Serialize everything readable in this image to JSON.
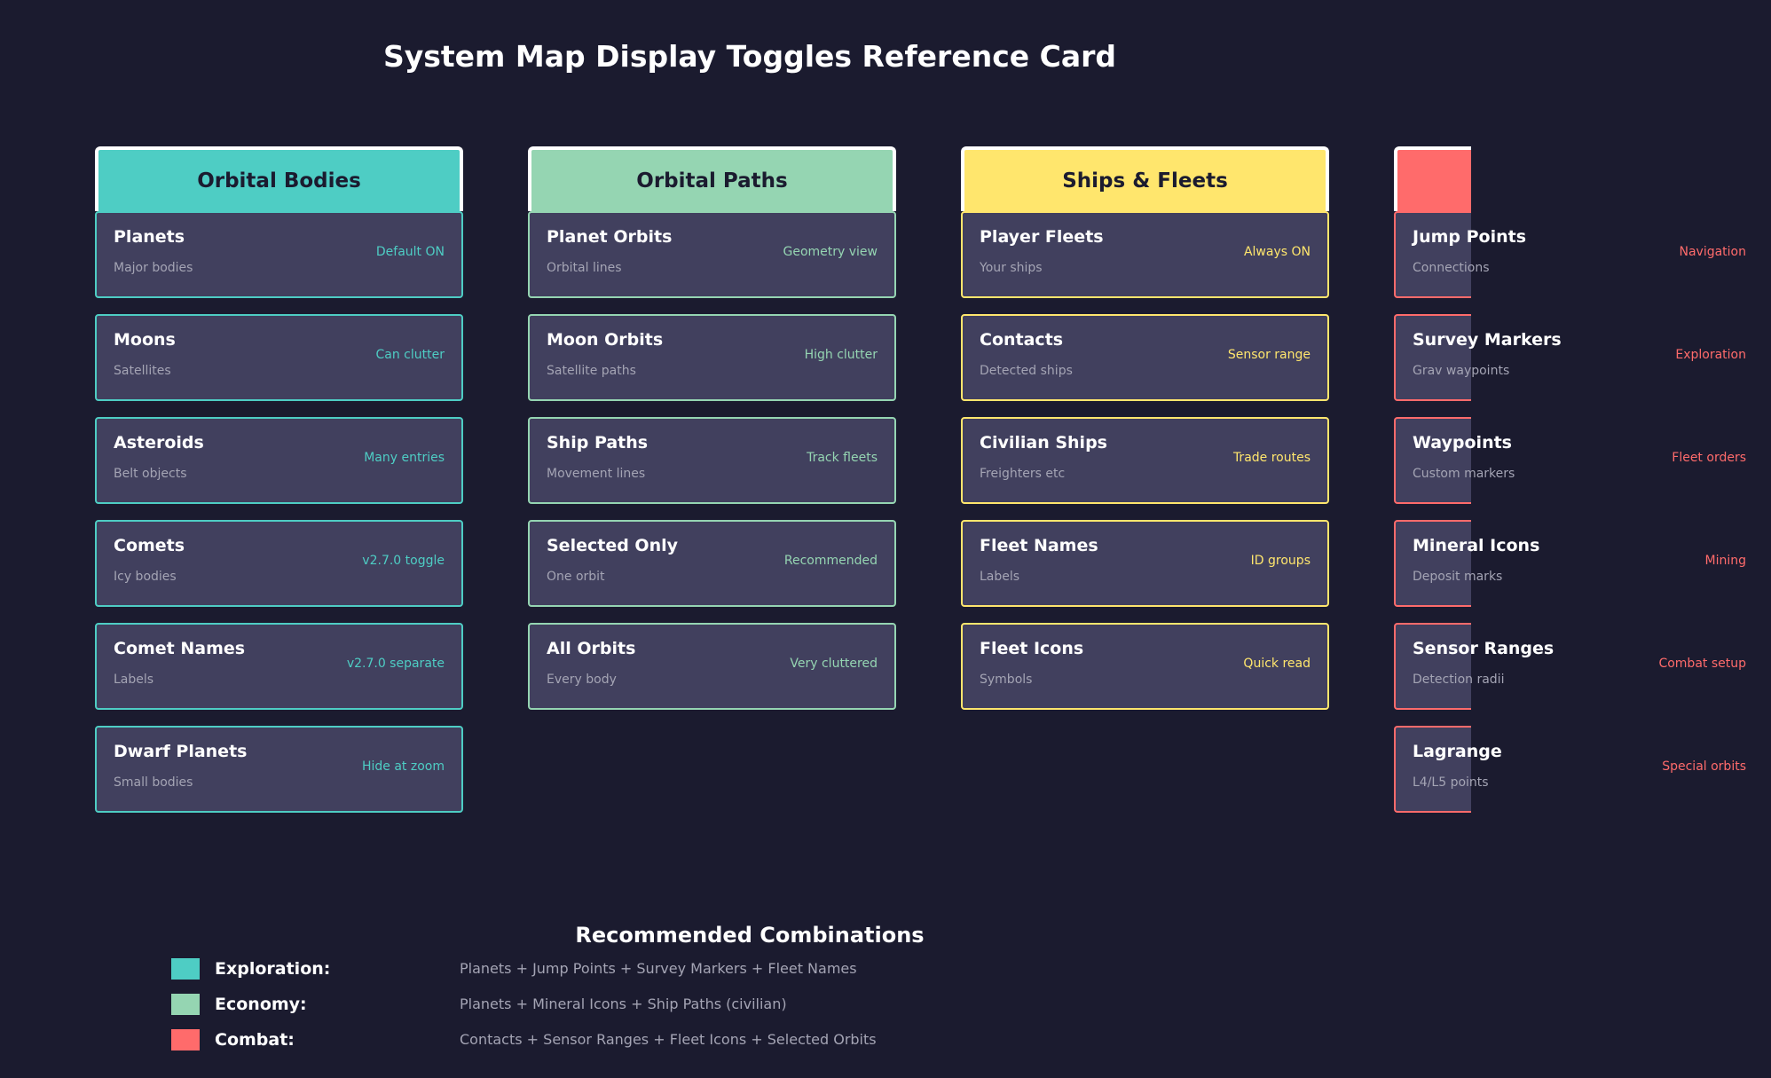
{
  "title": "System Map Display Toggles Reference Card",
  "columns": [
    {
      "title": "Orbital Bodies",
      "color": "#4ecdc4",
      "items": [
        {
          "name": "Planets",
          "desc": "Major bodies",
          "note": "Default ON"
        },
        {
          "name": "Moons",
          "desc": "Satellites",
          "note": "Can clutter"
        },
        {
          "name": "Asteroids",
          "desc": "Belt objects",
          "note": "Many entries"
        },
        {
          "name": "Comets",
          "desc": "Icy bodies",
          "note": "v2.7.0 toggle"
        },
        {
          "name": "Comet Names",
          "desc": "Labels",
          "note": "v2.7.0 separate"
        },
        {
          "name": "Dwarf Planets",
          "desc": "Small bodies",
          "note": "Hide at zoom"
        }
      ]
    },
    {
      "title": "Orbital Paths",
      "color": "#95d5b2",
      "items": [
        {
          "name": "Planet Orbits",
          "desc": "Orbital lines",
          "note": "Geometry view"
        },
        {
          "name": "Moon Orbits",
          "desc": "Satellite paths",
          "note": "High clutter"
        },
        {
          "name": "Ship Paths",
          "desc": "Movement lines",
          "note": "Track fleets"
        },
        {
          "name": "Selected Only",
          "desc": "One orbit",
          "note": "Recommended"
        },
        {
          "name": "All Orbits",
          "desc": "Every body",
          "note": "Very cluttered"
        }
      ]
    },
    {
      "title": "Ships & Fleets",
      "color": "#ffe66d",
      "items": [
        {
          "name": "Player Fleets",
          "desc": "Your ships",
          "note": "Always ON"
        },
        {
          "name": "Contacts",
          "desc": "Detected ships",
          "note": "Sensor range"
        },
        {
          "name": "Civilian Ships",
          "desc": "Freighters etc",
          "note": "Trade routes"
        },
        {
          "name": "Fleet Names",
          "desc": "Labels",
          "note": "ID groups"
        },
        {
          "name": "Fleet Icons",
          "desc": "Symbols",
          "note": "Quick read"
        }
      ]
    },
    {
      "title": "",
      "color": "#ff6b6b",
      "items": [
        {
          "name": "Jump Points",
          "desc": "Connections",
          "note": "Navigation"
        },
        {
          "name": "Survey Markers",
          "desc": "Grav waypoints",
          "note": "Exploration"
        },
        {
          "name": "Waypoints",
          "desc": "Custom markers",
          "note": "Fleet orders"
        },
        {
          "name": "Mineral Icons",
          "desc": "Deposit marks",
          "note": "Mining"
        },
        {
          "name": "Sensor Ranges",
          "desc": "Detection radii",
          "note": "Combat setup"
        },
        {
          "name": "Lagrange",
          "desc": "L4/L5 points",
          "note": "Special orbits"
        }
      ]
    }
  ],
  "combinations": {
    "title": "Recommended Combinations",
    "items": [
      {
        "label": "Exploration:",
        "text": "Planets + Jump Points + Survey Markers + Fleet Names",
        "color": "#4ecdc4"
      },
      {
        "label": "Economy:",
        "text": "Planets + Mineral Icons + Ship Paths (civilian)",
        "color": "#95d5b2"
      },
      {
        "label": "Combat:",
        "text": "Contacts + Sensor Ranges + Fleet Icons + Selected Orbits",
        "color": "#ff6b6b"
      }
    ]
  }
}
